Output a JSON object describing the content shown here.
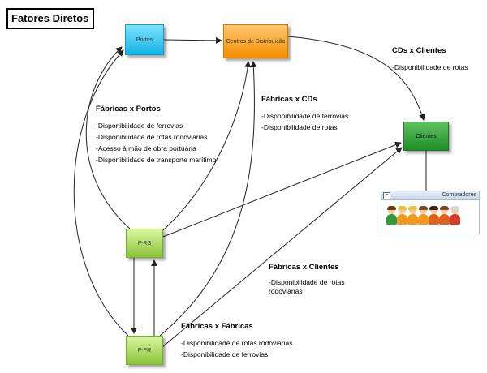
{
  "title": "Fatores Diretos",
  "nodes": {
    "portos": "Portos",
    "centros": "Centros de Distribuição",
    "clientes": "Clientes",
    "f_rs": "F-RS",
    "f_pr": "F-PR"
  },
  "groups": {
    "cds_clientes": {
      "heading": "CDs x Clientes",
      "items": [
        "Disponibilidade de rotas"
      ]
    },
    "fabricas_portos": {
      "heading": "Fábricas x Portos",
      "items": [
        "Disponibilidade de ferrovias",
        "Disponibilidade de rotas rodoviárias",
        "Acesso à mão de obra portuária",
        "Disponibilidade de transporte marítimo"
      ]
    },
    "fabricas_cds": {
      "heading": "Fábricas x CDs",
      "items": [
        "Disponibilidade de ferrovias",
        "Disponibilidade de rotas"
      ]
    },
    "fabricas_clientes": {
      "heading": "Fábricas x Clientes",
      "items": [
        "Disponibilidade de rotas rodoviárias"
      ]
    },
    "fabricas_fabricas": {
      "heading": "Fábricas x Fábricas",
      "items": [
        "Disponibilidade de rotas rodoviárias",
        "Disponibilidade de ferrovias"
      ]
    }
  },
  "compradores": {
    "title": "Compradores",
    "collapse_symbol": "−"
  },
  "bullet": "-",
  "colors": {
    "portos": "#14b4e6",
    "centros": "#f58f00",
    "clientes": "#1f8f27",
    "fabricas": "#8bc43a"
  },
  "icons": [
    "people-group-icon"
  ]
}
